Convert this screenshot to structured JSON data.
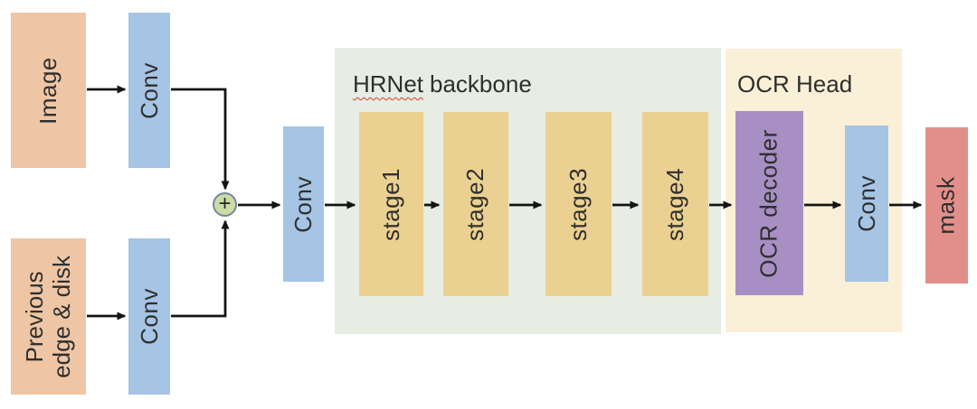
{
  "regions": {
    "hrnet": {
      "title_word": "HRNet",
      "title_rest": "backbone"
    },
    "ocr": {
      "title": "OCR Head"
    }
  },
  "nodes": {
    "image": {
      "label": "Image"
    },
    "previous": {
      "line1": "Previous",
      "line2": "edge & disk"
    },
    "conv_image": {
      "label": "Conv"
    },
    "conv_previous": {
      "label": "Conv"
    },
    "sum": {
      "symbol": "+"
    },
    "conv_merge": {
      "label": "Conv"
    },
    "stages": [
      {
        "label": "stage1"
      },
      {
        "label": "stage2"
      },
      {
        "label": "stage3"
      },
      {
        "label": "stage4"
      }
    ],
    "ocr_decoder": {
      "label": "OCR decoder"
    },
    "conv_head": {
      "label": "Conv"
    },
    "mask": {
      "label": "mask"
    }
  },
  "colors": {
    "input_box": "#EFC6A5",
    "conv_box": "#A6C4E4",
    "stage_box": "#EBD191",
    "hrnet_region_bg": "#E7EDE2",
    "ocr_region_bg": "#FAF0D7",
    "decoder_box": "#A78FC3",
    "mask_box": "#E28F8B",
    "sum_fill": "#CBDCA5",
    "sum_border": "#76879E",
    "arrow": "#141414",
    "text": "#2F2F2F",
    "spellcheck_squiggle": "#D23F31"
  }
}
